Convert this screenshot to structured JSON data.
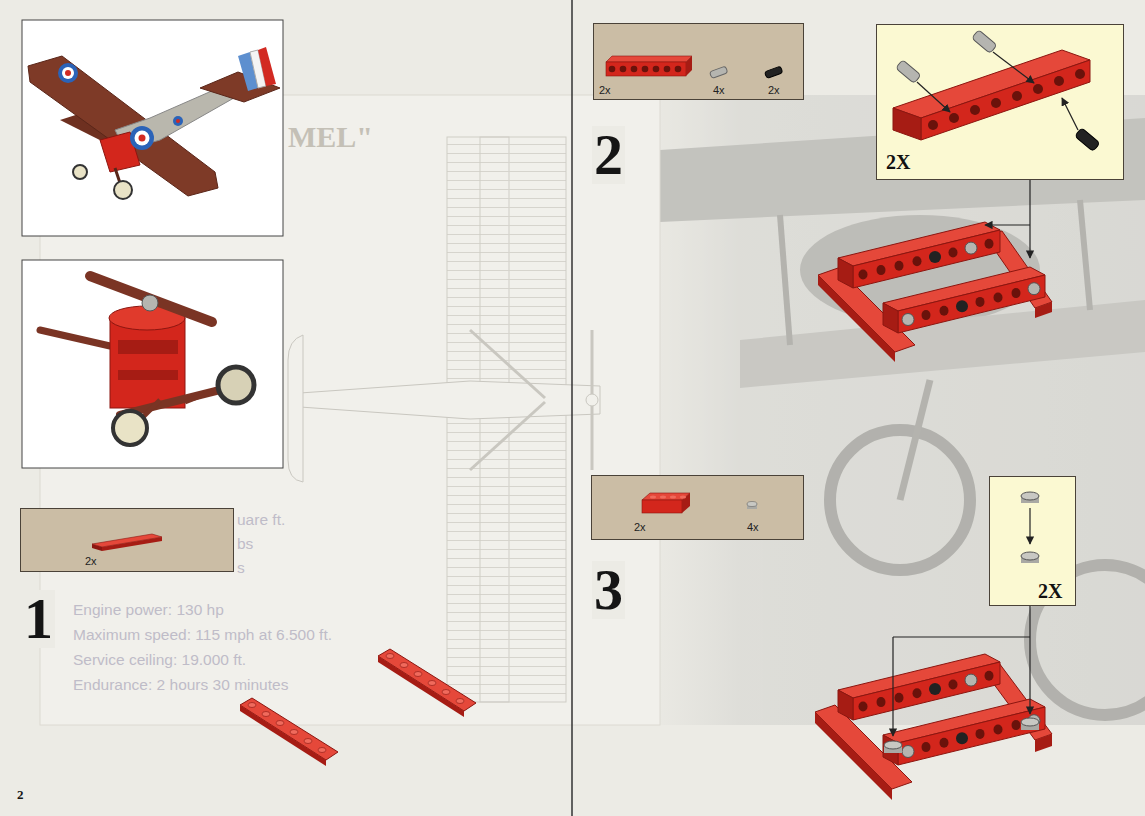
{
  "diagram": {
    "nodes": [
      {
        "text": [
          "2x"
        ]
      },
      {
        "text": [
          "2x",
          "4x",
          "2x"
        ]
      },
      {
        "text": [
          "2X"
        ]
      },
      {
        "text": [
          "2x",
          "4x"
        ]
      },
      {
        "text": [
          "2X"
        ]
      }
    ],
    "labels": [
      "MEL\"",
      "uare ft.",
      "bs",
      "s",
      "Engine power: 130 hp",
      "Maximum speed: 115 mph at 6.500 ft.",
      "Service ceiling: 19.000 ft.",
      "Endurance: 2 hours 30 minutes",
      "1",
      "2",
      "3",
      "2"
    ]
  }
}
